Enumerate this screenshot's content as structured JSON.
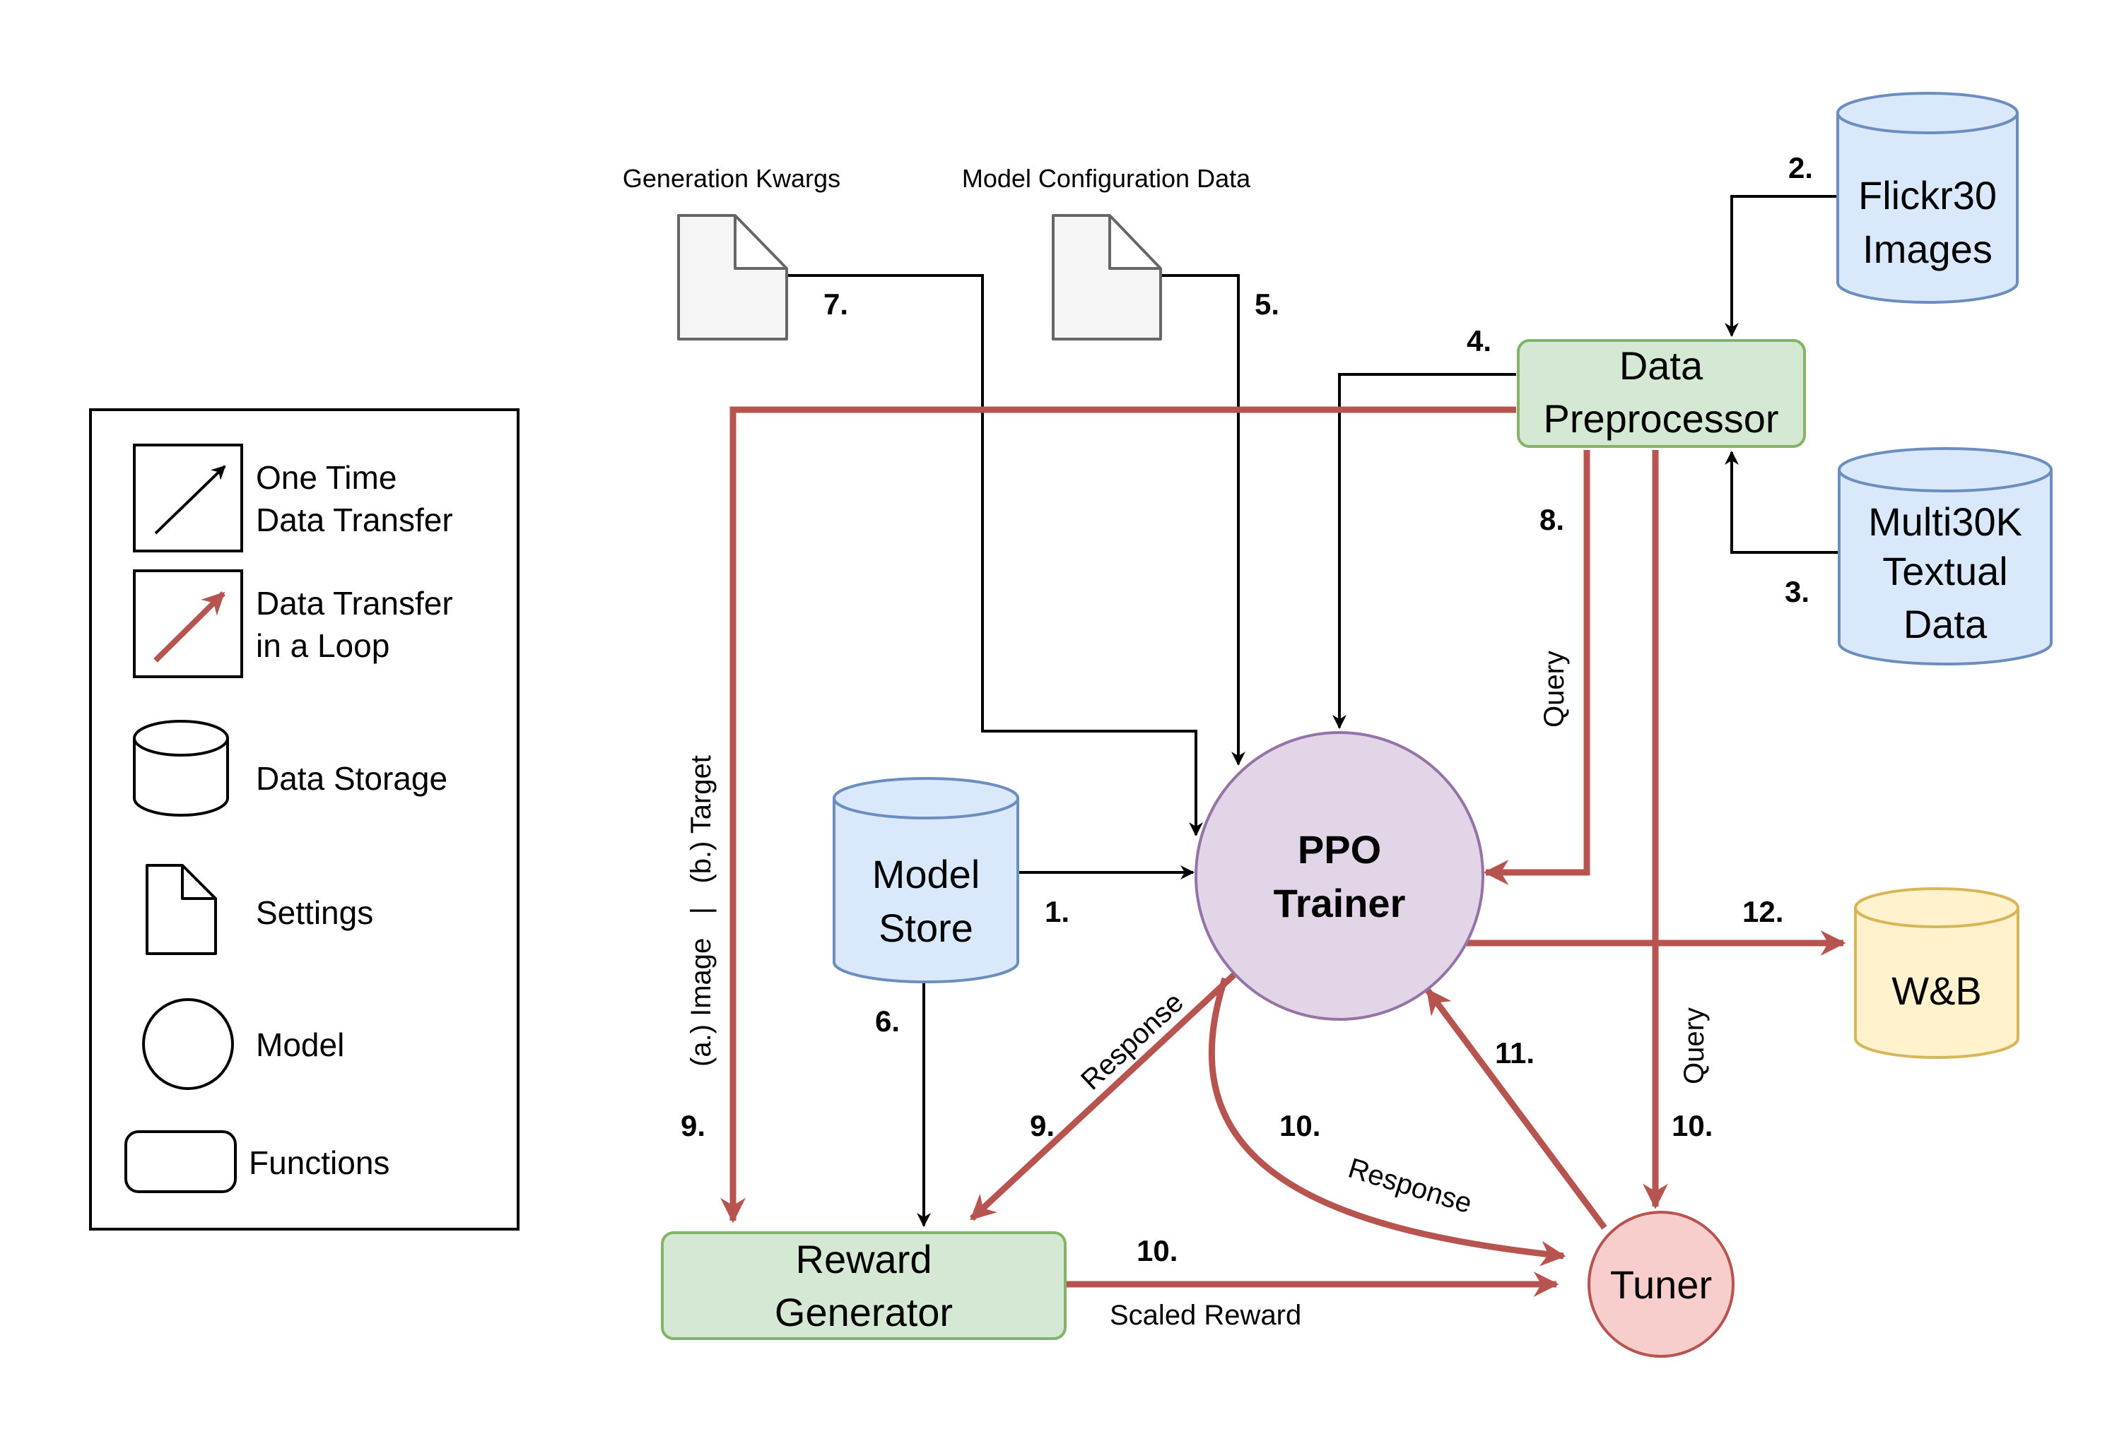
{
  "legend": {
    "one_time": [
      "One Time",
      "Data Transfer"
    ],
    "loop": [
      "Data Transfer",
      "in a Loop"
    ],
    "storage": "Data Storage",
    "settings": "Settings",
    "model": "Model",
    "functions": "Functions"
  },
  "nodes": {
    "flickr": [
      "Flickr30",
      "Images"
    ],
    "multi30k": [
      "Multi30K",
      "Textual",
      "Data"
    ],
    "preprocessor": [
      "Data",
      "Preprocessor"
    ],
    "model_store": [
      "Model",
      "Store"
    ],
    "ppo": [
      "PPO",
      "Trainer"
    ],
    "wandb": "W&B",
    "reward": [
      "Reward",
      "Generator"
    ],
    "tuner": "Tuner",
    "gen_kwargs": "Generation Kwargs",
    "model_config": "Model Configuration Data"
  },
  "edges": {
    "n1": "1.",
    "n2": "2.",
    "n3": "3.",
    "n4": "4.",
    "n5": "5.",
    "n6": "6.",
    "n7": "7.",
    "n8": "8.",
    "n9a": "9.",
    "n9b": "9.",
    "n10a": "10.",
    "n10b": "10.",
    "n10c": "10.",
    "n11": "11.",
    "n12": "12.",
    "query_8": "Query",
    "query_10": "Query",
    "image_target": "(a.) Image   |   (b.) Target",
    "response_9": "Response",
    "response_10": "Response",
    "scaled_reward": "Scaled Reward"
  },
  "colors": {
    "black_arrow": "#000000",
    "red_arrow": "#b85450",
    "green_fill": "#d5e8d4",
    "green_stroke": "#82b366",
    "blue_fill": "#dae8fc",
    "blue_stroke": "#6c8ebf",
    "purple_fill": "#e1d5e7",
    "purple_stroke": "#9673a6",
    "yellow_fill": "#fff2cc",
    "yellow_stroke": "#d6b656",
    "pink_fill": "#f8cecc",
    "pink_stroke": "#b85450",
    "file_fill": "#f5f5f5",
    "file_stroke": "#666666"
  }
}
